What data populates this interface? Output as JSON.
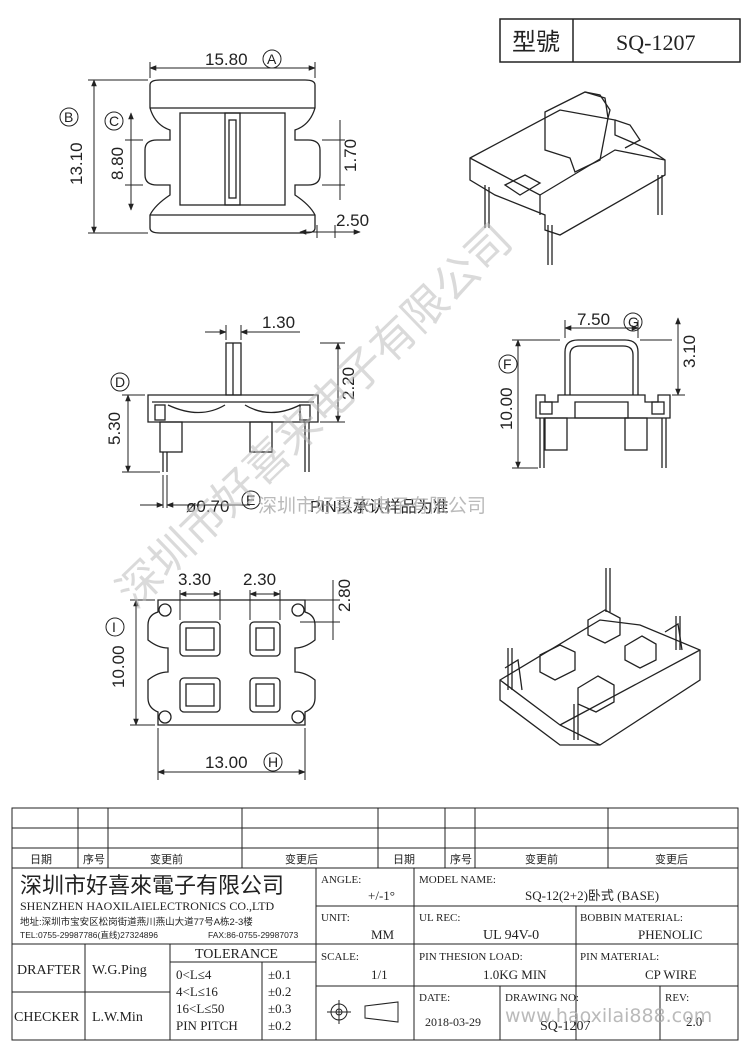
{
  "header": {
    "model_label": "型號",
    "model_value": "SQ-1207"
  },
  "dims": {
    "top_width": "15.80",
    "top_height": "13.10",
    "inner_height": "8.80",
    "slot_1": "1.70",
    "slot_2": "2.50",
    "pin_width": "1.30",
    "side_total": "5.30",
    "side_body": "2.20",
    "pin_dia": "ø0.70",
    "front_width": "7.50",
    "front_total": "10.00",
    "front_top": "3.10",
    "bottom_a": "3.30",
    "bottom_b": "2.30",
    "bottom_c": "2.80",
    "bottom_h": "10.00",
    "bottom_w": "13.00"
  },
  "callouts": {
    "A": "A",
    "B": "B",
    "C": "C",
    "D": "D",
    "E": "E",
    "F": "F",
    "G": "G",
    "H": "H",
    "I": "I"
  },
  "note": "PIN以承认样品为准",
  "watermark": {
    "main": "深圳市好喜来电子有限公司",
    "secondary": "深圳市好喜来电子有限公司"
  },
  "revision_table": {
    "headers_left": [
      "日期",
      "序号",
      "变更前",
      "变更后"
    ],
    "headers_right": [
      "日期",
      "序号",
      "变更前",
      "变更后"
    ]
  },
  "company": {
    "name_cn": "深圳市好喜來電子有限公司",
    "name_en": "SHENZHEN HAOXILAIELECTRONICS CO.,LTD",
    "address": "地址:深圳市宝安区松岗街道燕川燕山大道77号A栋2-3楼",
    "phone": "TEL:0755-29987786(直线)27324896",
    "fax": "FAX:86-0755-29987073"
  },
  "title_block": {
    "angle_label": "ANGLE:",
    "angle_value": "+/-1°",
    "model_name_label": "MODEL NAME:",
    "model_name_value": "SQ-12(2+2)卧式 (BASE)",
    "unit_label": "UNIT:",
    "unit_value": "MM",
    "ul_rec_label": "UL REC:",
    "ul_rec_value": "UL 94V-0",
    "bobbin_material_label": "BOBBIN MATERIAL:",
    "bobbin_material_value": "PHENOLIC",
    "scale_label": "SCALE:",
    "scale_value": "1/1",
    "pin_tension_label": "PIN THESION LOAD:",
    "pin_tension_value": "1.0KG MIN",
    "pin_material_label": "PIN MATERIAL:",
    "pin_material_value": "CP WIRE",
    "date_label": "DATE:",
    "date_value": "2018-03-29",
    "drawing_no_label": "DRAWING NO:",
    "drawing_no_value": "SQ-1207",
    "rev_label": "REV:",
    "rev_value": "2.0",
    "drafter_label": "DRAFTER",
    "drafter_value": "W.G.Ping",
    "checker_label": "CHECKER",
    "checker_value": "L.W.Min",
    "tolerance_label": "TOLERANCE",
    "tolerance_rows": [
      {
        "range": "0<L≤4",
        "tol": "±0.1"
      },
      {
        "range": "4<L≤16",
        "tol": "±0.2"
      },
      {
        "range": "16<L≤50",
        "tol": "±0.3"
      },
      {
        "range": "PIN PITCH",
        "tol": "±0.2"
      }
    ],
    "url_watermark": "www.haoxilai888.com"
  }
}
